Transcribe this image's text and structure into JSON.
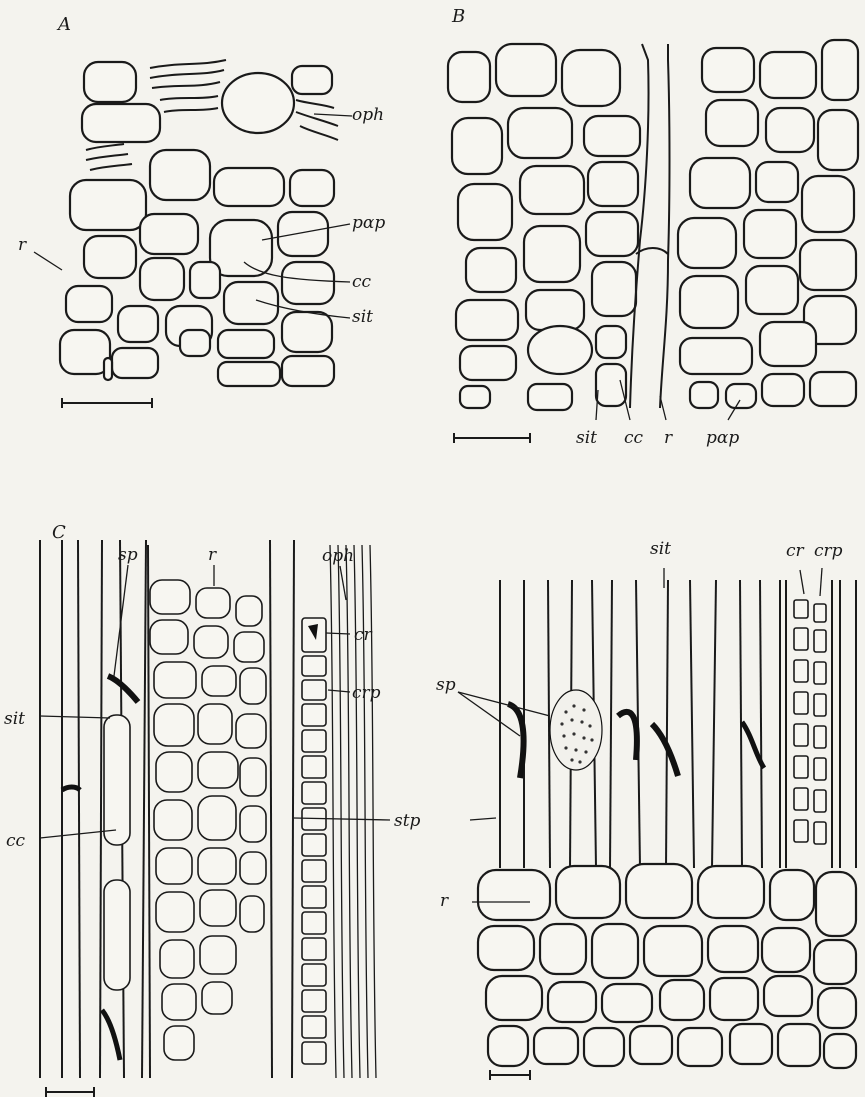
{
  "panels": {
    "A": {
      "letter": "A",
      "labels": {
        "oph": "oph",
        "pap": "pαp",
        "cc": "cc",
        "sit": "sit",
        "r": "r"
      }
    },
    "B": {
      "letter": "B",
      "labels": {
        "sit": "sit",
        "cc": "cc",
        "r": "r",
        "pap": "pαp"
      }
    },
    "C": {
      "letter": "C",
      "labels": {
        "sp": "sp",
        "r": "r",
        "oph": "oph",
        "cr": "cr",
        "crp": "crp",
        "sit": "sit",
        "stp": "stp",
        "cc": "cc"
      }
    },
    "D": {
      "labels": {
        "sit": "sit",
        "cr": "cr",
        "crp": "crp",
        "sp": "sp",
        "r": "r"
      }
    }
  },
  "colors": {
    "ink": "#1a1a1a",
    "paper": "#f4f3ee"
  }
}
